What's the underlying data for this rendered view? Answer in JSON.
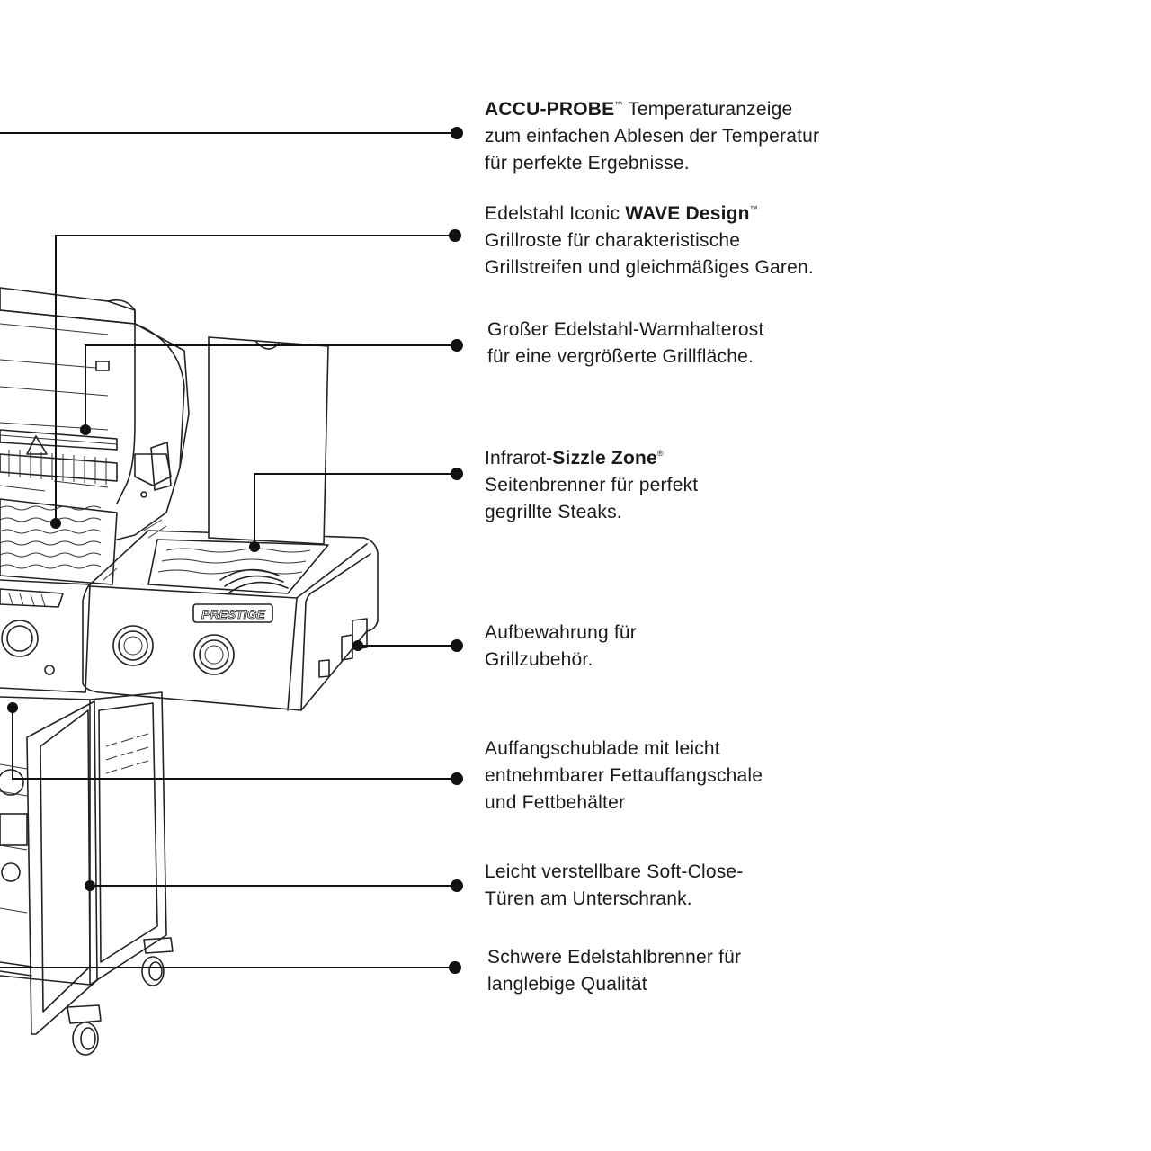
{
  "callouts": [
    {
      "id": "accu-probe",
      "lines": [
        [
          {
            "t": "ACCU-PROBE",
            "b": true
          },
          {
            "t": "™",
            "sup": true
          },
          {
            "t": " Temperaturanzeige"
          }
        ],
        [
          {
            "t": "zum einfachen Ablesen der Temperatur"
          }
        ],
        [
          {
            "t": "für perfekte Ergebnisse."
          }
        ]
      ]
    },
    {
      "id": "wave-design",
      "lines": [
        [
          {
            "t": "Edelstahl Iconic "
          },
          {
            "t": "WAVE Design",
            "b": true
          },
          {
            "t": "™",
            "sup": true
          }
        ],
        [
          {
            "t": "Grillroste für charakteristische"
          }
        ],
        [
          {
            "t": "Grillstreifen und gleichmäßiges Garen."
          }
        ]
      ]
    },
    {
      "id": "warming-rack",
      "lines": [
        [
          {
            "t": "Großer Edelstahl-Warmhalterost"
          }
        ],
        [
          {
            "t": "für eine vergrößerte Grillfläche."
          }
        ]
      ]
    },
    {
      "id": "sizzle-zone",
      "lines": [
        [
          {
            "t": "Infrarot-"
          },
          {
            "t": "Sizzle Zone",
            "b": true
          },
          {
            "t": "®",
            "sup": true
          }
        ],
        [
          {
            "t": "Seitenbrenner für perfekt"
          }
        ],
        [
          {
            "t": "gegrillte Steaks."
          }
        ]
      ]
    },
    {
      "id": "storage",
      "lines": [
        [
          {
            "t": "Aufbewahrung für"
          }
        ],
        [
          {
            "t": "Grillzubehör."
          }
        ]
      ]
    },
    {
      "id": "drip-tray",
      "lines": [
        [
          {
            "t": "Auffangschublade mit leicht"
          }
        ],
        [
          {
            "t": "entnehmbarer Fettauffangschale"
          }
        ],
        [
          {
            "t": "und Fettbehälter"
          }
        ]
      ]
    },
    {
      "id": "soft-close",
      "lines": [
        [
          {
            "t": "Leicht verstellbare Soft-Close-"
          }
        ],
        [
          {
            "t": "Türen am Unterschrank."
          }
        ]
      ]
    },
    {
      "id": "burners",
      "lines": [
        [
          {
            "t": "Schwere Edelstahlbrenner für"
          }
        ],
        [
          {
            "t": "langlebige Qualität"
          }
        ]
      ]
    }
  ],
  "badge": {
    "text": "PRESTIGE"
  },
  "colors": {
    "ink": "#111111",
    "background": "#ffffff"
  }
}
